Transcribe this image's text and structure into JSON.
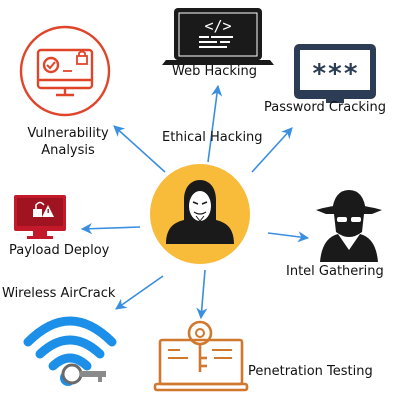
{
  "center": {
    "title": "Ethical Hacking",
    "icon": "hacker-mask-icon"
  },
  "nodes": [
    {
      "id": "web",
      "label": "Web Hacking",
      "icon": "laptop-code-icon"
    },
    {
      "id": "password",
      "label": "Password Cracking",
      "icon": "password-screen-icon"
    },
    {
      "id": "vuln",
      "label_line1": "Vulnerability",
      "label_line2": "Analysis",
      "icon": "vulnerability-monitor-icon"
    },
    {
      "id": "payload",
      "label": "Payload Deploy",
      "icon": "warning-monitor-icon"
    },
    {
      "id": "intel",
      "label": "Intel Gathering",
      "icon": "spy-icon"
    },
    {
      "id": "wireless",
      "label": "Wireless AirCrack",
      "icon": "wifi-key-icon"
    },
    {
      "id": "pentest",
      "label": "Penetration Testing",
      "icon": "key-laptop-icon"
    }
  ],
  "colors": {
    "arrow": "#3b8fe0",
    "center_circle": "#f8bb3a",
    "vuln_red": "#e0452a",
    "payload_red": "#c4192a",
    "pentest_orange": "#d0782e",
    "wifi_blue": "#1c8fe8",
    "dark": "#1a1a1a",
    "password_navy": "#2b3c54"
  }
}
